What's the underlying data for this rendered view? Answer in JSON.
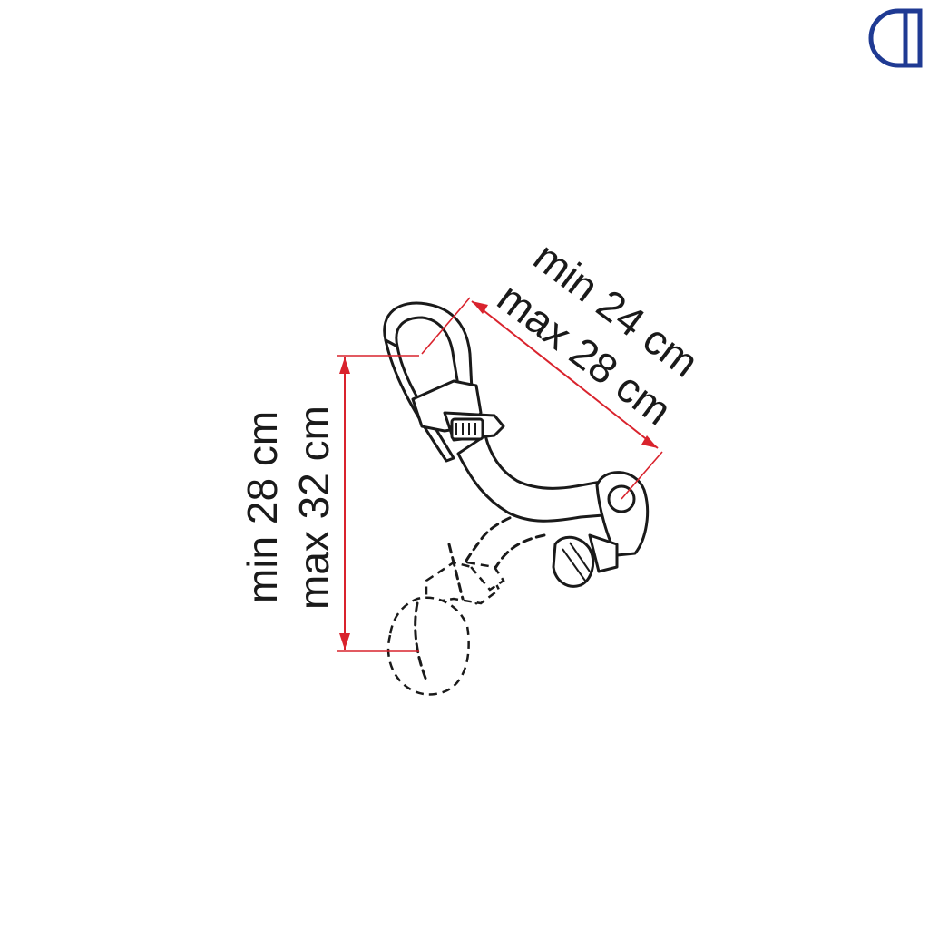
{
  "brand": {
    "logo_icon": "half-circle-logo-icon",
    "logo_color": "#1f3a93"
  },
  "dimensions": {
    "horizontal_min": "min 24 cm",
    "horizontal_max": "max 28 cm",
    "vertical_min": "min 28 cm",
    "vertical_max": "max 32 cm",
    "line_color": "#d9232d"
  }
}
